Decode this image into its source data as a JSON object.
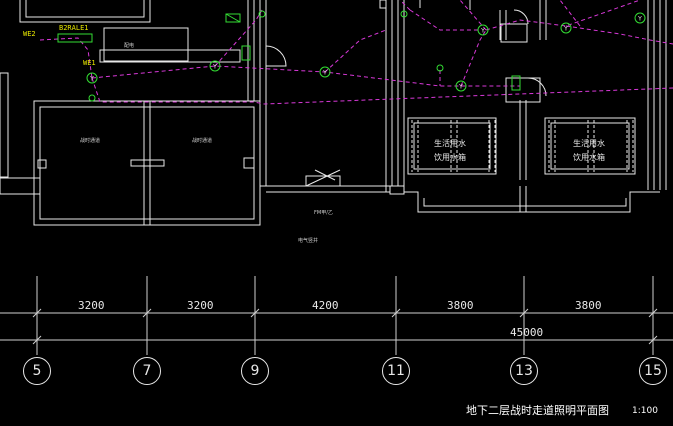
{
  "drawing": {
    "title": "地下二层战时走道照明平面图",
    "scale": "1:100",
    "total_dimension": "45000"
  },
  "dimensions": [
    "3200",
    "3200",
    "4200",
    "3800",
    "3800"
  ],
  "axes": [
    "5",
    "7",
    "9",
    "11",
    "13",
    "15"
  ],
  "panel_labels": {
    "we2": "WE2",
    "panel": "B2RALE1",
    "we1": "WE1"
  },
  "room_labels": {
    "left_small": "配电",
    "room_a": "战时通道",
    "room_b": "战时通道",
    "fm": "FM甲/乙",
    "corridor": "电气竖井",
    "tank1_line1": "生活用水",
    "tank1_line2": "饮用水箱",
    "tank2_line1": "生活用水",
    "tank2_line2": "饮用水箱"
  },
  "colors": {
    "background": "#000000",
    "wall": "#e8e8e8",
    "circuit": "#d838d8",
    "fixture": "#33dd33",
    "label": "#e6e600"
  }
}
